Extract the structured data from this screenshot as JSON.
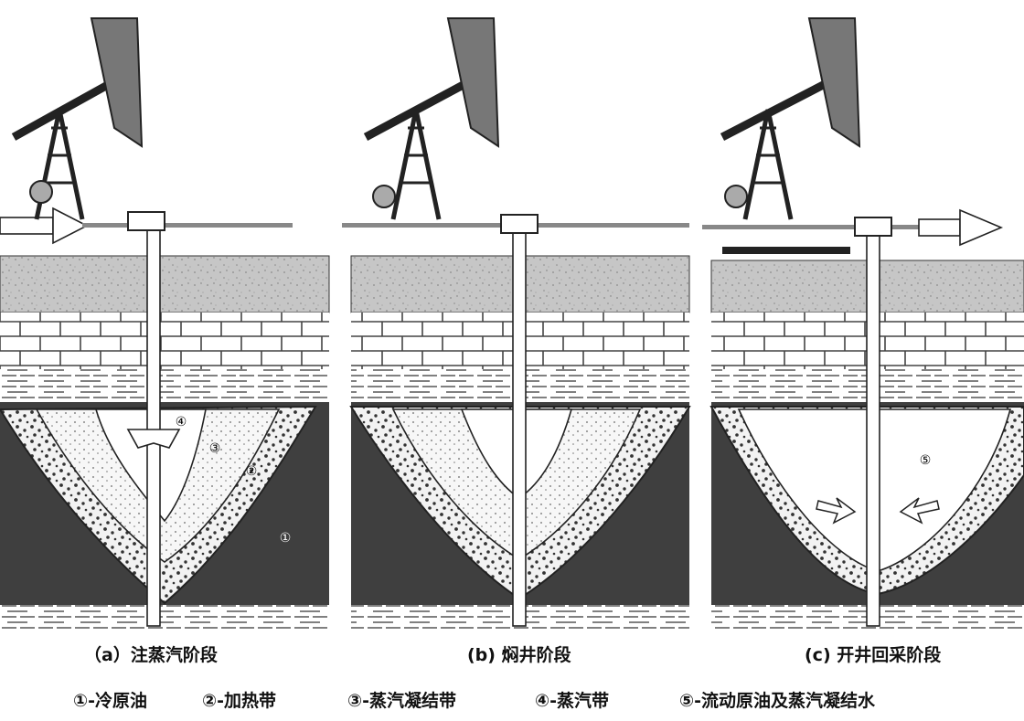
{
  "panels": [
    {
      "id": "a",
      "caption": "（a）注蒸汽阶段"
    },
    {
      "id": "b",
      "caption": "(b) 焖井阶段"
    },
    {
      "id": "c",
      "caption": "(c) 开井回采阶段"
    }
  ],
  "zone_markers": {
    "cold_oil": "①",
    "heating_band": "②",
    "condensate_band": "③",
    "steam_band": "④",
    "flowing_oil": "⑤"
  },
  "legend": [
    {
      "label": "①-冷原油"
    },
    {
      "label": "②-加热带"
    },
    {
      "label": "③-蒸汽凝结带"
    },
    {
      "label": "④-蒸汽带"
    },
    {
      "label": "⑤-流动原油及蒸汽凝结水"
    }
  ],
  "colors": {
    "cold_oil": "#3f3f3f",
    "overburden": "#c9c9c9",
    "brick": "#ffffff",
    "line": "#333333"
  }
}
